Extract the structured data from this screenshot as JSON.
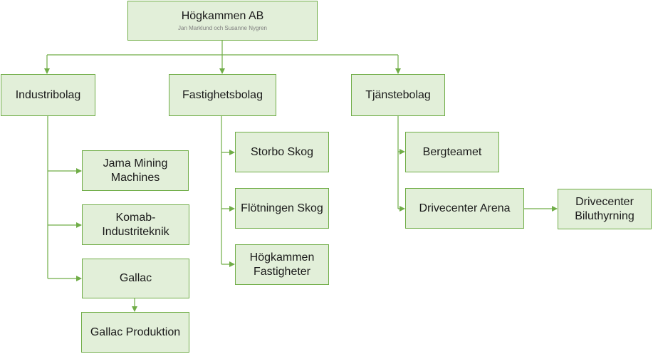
{
  "root": {
    "name": "Högkammen AB",
    "owners": "Jan Marklund och Susanne Nygren"
  },
  "groups": {
    "industri": {
      "label": "Industribolag",
      "children": [
        "Jama Mining Machines",
        "Komab-Industriteknik",
        "Gallac"
      ],
      "grandchild": "Gallac Produktion"
    },
    "fastighet": {
      "label": "Fastighetsbolag",
      "children": [
        "Storbo Skog",
        "Flötningen Skog",
        "Högkammen Fastigheter"
      ]
    },
    "tjanste": {
      "label": "Tjänstebolag",
      "children": [
        "Bergteamet",
        "Drivecenter Arena"
      ],
      "grandchild": "Drivecenter Biluthyrning"
    }
  },
  "colors": {
    "fill": "#e2efd9",
    "border": "#70ad47",
    "line": "#70ad47"
  }
}
